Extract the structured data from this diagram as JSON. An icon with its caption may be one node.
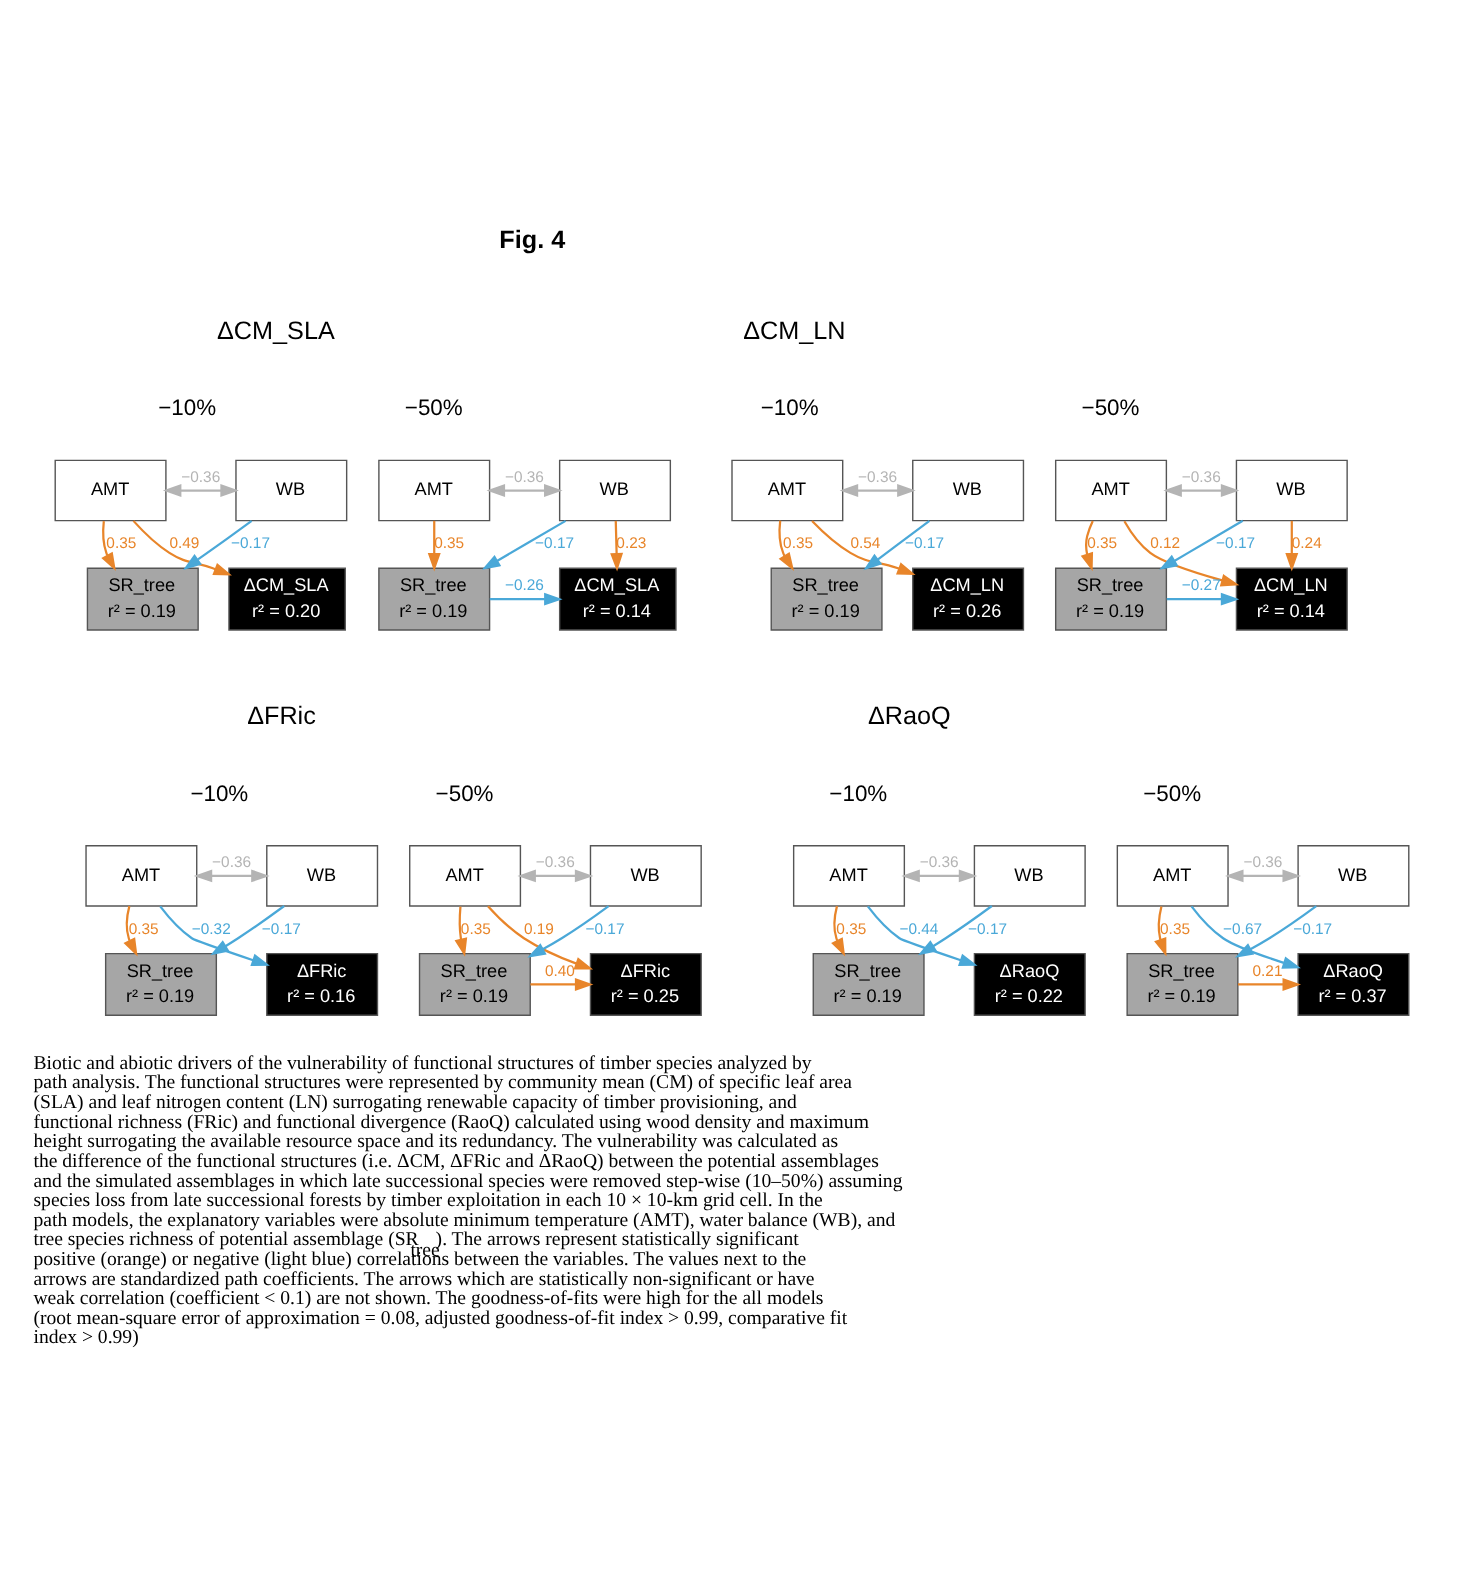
{
  "diagram": {
    "title": "Fig. 4",
    "caption": "Biotic and abiotic drivers of the vulnerability of functional structures of timber species analyzed by path analysis. The functional structures were represented by community mean (CM) of specific leaf area (SLA) and leaf nitrogen content (LN) surrogating renewable capacity of timber provisioning, and functional richness (FRic) and functional divergence (RaoQ) calculated using wood density and maximum height surrogating the available resource space and its redundancy. The vulnerability was calculated as the difference of the functional structures (i.e. ΔCM, ΔFRic and ΔRaoQ) between the potential assemblages and the simulated assemblages in which late successional species were removed step-wise (10–50%) assuming species loss from late successional forests by timber exploitation in each 10 × 10-km grid cell. In the path models, the explanatory variables were absolute minimum temperature (AMT), water balance (WB), and tree species richness of potential assemblage (SR$_{tree}$). The arrows represent statistically significant positive (orange) or negative (light blue) correlations between the variables. The values next to the arrows are standardized path coefficients. The arrows which are statistically non-significant or have weak correlation (coefficient < 0.1) are not shown. The goodness-of-fits were high for the all models (root mean-square error of approximation = 0.08, adjusted goodness-of-fit index > 0.99, comparative fit index > 0.99)",
    "nodes": [
      {
        "text": [
          "AMT"
        ]
      },
      {
        "text": [
          "WB"
        ]
      },
      {
        "text": [
          "SR_tree",
          "r² = 0.19"
        ]
      },
      {
        "text": [
          "ΔCM_SLA",
          "r² = 0.20"
        ]
      },
      {
        "text": [
          "AMT"
        ]
      },
      {
        "text": [
          "WB"
        ]
      },
      {
        "text": [
          "SR_tree",
          "r² = 0.19"
        ]
      },
      {
        "text": [
          "ΔCM_SLA",
          "r² = 0.14"
        ]
      },
      {
        "text": [
          "AMT"
        ]
      },
      {
        "text": [
          "WB"
        ]
      },
      {
        "text": [
          "SR_tree",
          "r² = 0.19"
        ]
      },
      {
        "text": [
          "ΔCM_LN",
          "r² = 0.26"
        ]
      },
      {
        "text": [
          "AMT"
        ]
      },
      {
        "text": [
          "WB"
        ]
      },
      {
        "text": [
          "SR_tree",
          "r² = 0.19"
        ]
      },
      {
        "text": [
          "ΔCM_LN",
          "r² = 0.14"
        ]
      },
      {
        "text": [
          "AMT"
        ]
      },
      {
        "text": [
          "WB"
        ]
      },
      {
        "text": [
          "SR_tree",
          "r² = 0.19"
        ]
      },
      {
        "text": [
          "ΔFRic",
          "r² = 0.16"
        ]
      },
      {
        "text": [
          "AMT"
        ]
      },
      {
        "text": [
          "WB"
        ]
      },
      {
        "text": [
          "SR_tree",
          "r² = 0.19"
        ]
      },
      {
        "text": [
          "ΔFRic",
          "r² = 0.25"
        ]
      },
      {
        "text": [
          "AMT"
        ]
      },
      {
        "text": [
          "WB"
        ]
      },
      {
        "text": [
          "SR_tree",
          "r² = 0.19"
        ]
      },
      {
        "text": [
          "ΔRaoQ",
          "r² = 0.22"
        ]
      },
      {
        "text": [
          "AMT"
        ]
      },
      {
        "text": [
          "WB"
        ]
      },
      {
        "text": [
          "SR_tree",
          "r² = 0.19"
        ]
      },
      {
        "text": [
          "ΔRaoQ",
          "r² = 0.37"
        ]
      }
    ],
    "edges": [
      {
        "from": 0,
        "to": 1,
        "arrow": "both",
        "label": "−0.36",
        "color": "#b4b4b4"
      },
      {
        "from": 0,
        "to": 2,
        "arrow": "to",
        "label": "0.35",
        "color": "#e8852a"
      },
      {
        "from": 1,
        "to": 2,
        "arrow": "to",
        "label": "−0.17",
        "color": "#4aa8d8"
      },
      {
        "from": 0,
        "to": 3,
        "arrow": "to",
        "label": "0.49",
        "color": "#e8852a"
      },
      {
        "from": 4,
        "to": 5,
        "arrow": "both",
        "label": "−0.36",
        "color": "#b4b4b4"
      },
      {
        "from": 4,
        "to": 6,
        "arrow": "to",
        "label": "0.35",
        "color": "#e8852a"
      },
      {
        "from": 5,
        "to": 6,
        "arrow": "to",
        "label": "−0.17",
        "color": "#4aa8d8"
      },
      {
        "from": 5,
        "to": 7,
        "arrow": "to",
        "label": "0.23",
        "color": "#e8852a"
      },
      {
        "from": 6,
        "to": 7,
        "arrow": "to",
        "label": "−0.26",
        "color": "#4aa8d8"
      },
      {
        "from": 8,
        "to": 9,
        "arrow": "both",
        "label": "−0.36",
        "color": "#b4b4b4"
      },
      {
        "from": 8,
        "to": 10,
        "arrow": "to",
        "label": "0.35",
        "color": "#e8852a"
      },
      {
        "from": 9,
        "to": 10,
        "arrow": "to",
        "label": "−0.17",
        "color": "#4aa8d8"
      },
      {
        "from": 8,
        "to": 11,
        "arrow": "to",
        "label": "0.54",
        "color": "#e8852a"
      },
      {
        "from": 12,
        "to": 13,
        "arrow": "both",
        "label": "−0.36",
        "color": "#b4b4b4"
      },
      {
        "from": 12,
        "to": 14,
        "arrow": "to",
        "label": "0.35",
        "color": "#e8852a"
      },
      {
        "from": 13,
        "to": 14,
        "arrow": "to",
        "label": "−0.17",
        "color": "#4aa8d8"
      },
      {
        "from": 12,
        "to": 15,
        "arrow": "to",
        "label": "0.12",
        "color": "#e8852a"
      },
      {
        "from": 13,
        "to": 15,
        "arrow": "to",
        "label": "0.24",
        "color": "#e8852a"
      },
      {
        "from": 14,
        "to": 15,
        "arrow": "to",
        "label": "−0.27",
        "color": "#4aa8d8"
      },
      {
        "from": 16,
        "to": 17,
        "arrow": "both",
        "label": "−0.36",
        "color": "#b4b4b4"
      },
      {
        "from": 16,
        "to": 18,
        "arrow": "to",
        "label": "0.35",
        "color": "#e8852a"
      },
      {
        "from": 17,
        "to": 18,
        "arrow": "to",
        "label": "−0.17",
        "color": "#4aa8d8"
      },
      {
        "from": 16,
        "to": 19,
        "arrow": "to",
        "label": "−0.32",
        "color": "#4aa8d8"
      },
      {
        "from": 20,
        "to": 21,
        "arrow": "both",
        "label": "−0.36",
        "color": "#b4b4b4"
      },
      {
        "from": 20,
        "to": 22,
        "arrow": "to",
        "label": "0.35",
        "color": "#e8852a"
      },
      {
        "from": 21,
        "to": 22,
        "arrow": "to",
        "label": "−0.17",
        "color": "#4aa8d8"
      },
      {
        "from": 20,
        "to": 23,
        "arrow": "to",
        "label": "0.19",
        "color": "#e8852a"
      },
      {
        "from": 22,
        "to": 23,
        "arrow": "to",
        "label": "0.40",
        "color": "#e8852a"
      },
      {
        "from": 24,
        "to": 25,
        "arrow": "both",
        "label": "−0.36",
        "color": "#b4b4b4"
      },
      {
        "from": 24,
        "to": 26,
        "arrow": "to",
        "label": "0.35",
        "color": "#e8852a"
      },
      {
        "from": 25,
        "to": 26,
        "arrow": "to",
        "label": "−0.17",
        "color": "#4aa8d8"
      },
      {
        "from": 24,
        "to": 27,
        "arrow": "to",
        "label": "−0.44",
        "color": "#4aa8d8"
      },
      {
        "from": 28,
        "to": 29,
        "arrow": "both",
        "label": "−0.36",
        "color": "#b4b4b4"
      },
      {
        "from": 28,
        "to": 30,
        "arrow": "to",
        "label": "0.35",
        "color": "#e8852a"
      },
      {
        "from": 29,
        "to": 30,
        "arrow": "to",
        "label": "−0.17",
        "color": "#4aa8d8"
      },
      {
        "from": 28,
        "to": 31,
        "arrow": "to",
        "label": "−0.67",
        "color": "#4aa8d8"
      },
      {
        "from": 30,
        "to": 31,
        "arrow": "to",
        "label": "0.21",
        "color": "#e8852a"
      }
    ],
    "labels": [
      "ΔCM_SLA",
      "−10%",
      "−50%",
      "ΔCM_LN",
      "−10%",
      "−50%",
      "ΔFRic",
      "−10%",
      "−50%",
      "ΔRaoQ",
      "−10%",
      "−50%"
    ]
  }
}
